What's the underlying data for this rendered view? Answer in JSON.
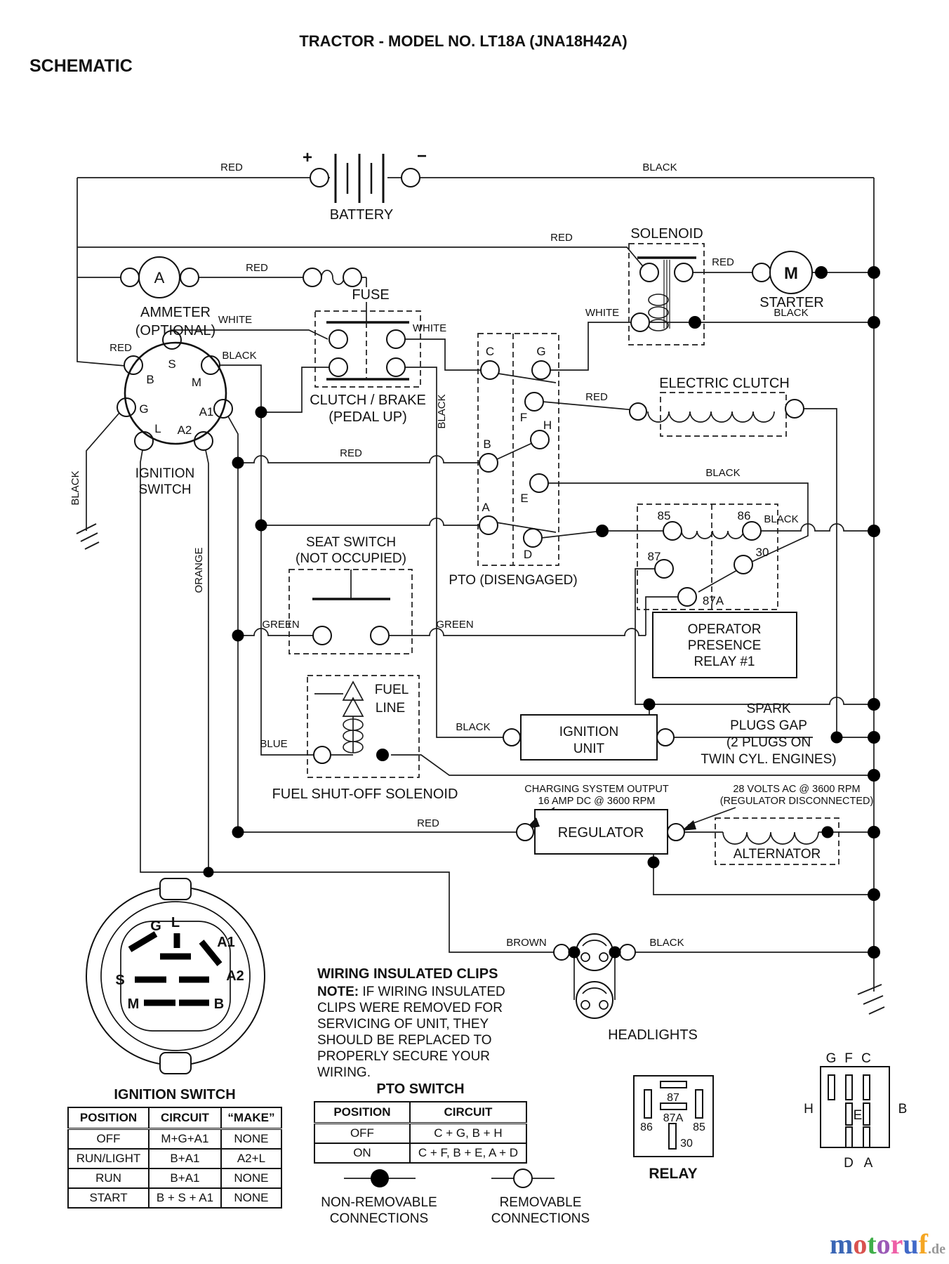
{
  "title": "TRACTOR - MODEL NO. LT18A (JNA18H42A)",
  "subtitle": "SCHEMATIC",
  "battery": {
    "label": "BATTERY",
    "plus": "+",
    "minus": "−"
  },
  "wire": {
    "red": "RED",
    "black": "BLACK",
    "white": "WHITE",
    "green": "GREEN",
    "orange": "ORANGE",
    "blue": "BLUE",
    "brown": "BROWN"
  },
  "components": {
    "ammeter1": "AMMETER",
    "ammeter2": "(OPTIONAL)",
    "ammeter_a": "A",
    "fuse": "FUSE",
    "solenoid": "SOLENOID",
    "starter": "STARTER",
    "starter_m": "M",
    "clutch1": "CLUTCH / BRAKE",
    "clutch2": "(PEDAL UP)",
    "ign1": "IGNITION",
    "ign2": "SWITCH",
    "electric_clutch": "ELECTRIC CLUTCH",
    "pto": "PTO (DISENGAGED)",
    "seat1": "SEAT SWITCH",
    "seat2": "(NOT OCCUPIED)",
    "op1": "OPERATOR",
    "op2": "PRESENCE",
    "op3": "RELAY #1",
    "fuel1": "FUEL",
    "fuel2": "LINE",
    "fuel_solenoid": "FUEL SHUT-OFF SOLENOID",
    "ignunit1": "IGNITION",
    "ignunit2": "UNIT",
    "spark1": "SPARK",
    "spark2": "PLUGS GAP",
    "spark3": "(2 PLUGS ON",
    "spark4": "TWIN CYL. ENGINES)",
    "charging1": "CHARGING SYSTEM OUTPUT",
    "charging2": "16 AMP DC @ 3600 RPM",
    "volts1": "28 VOLTS AC @ 3600 RPM",
    "volts2": "(REGULATOR DISCONNECTED)",
    "regulator": "REGULATOR",
    "alternator": "ALTERNATOR",
    "headlights": "HEADLIGHTS"
  },
  "sw_term": {
    "s": "S",
    "b": "B",
    "m": "M",
    "g": "G",
    "a1": "A1",
    "l": "L",
    "a2": "A2"
  },
  "pto_term": {
    "a": "A",
    "b": "B",
    "c": "C",
    "d": "D",
    "e": "E",
    "f": "F",
    "g": "G",
    "h": "H"
  },
  "relay_term": {
    "r85": "85",
    "r86": "86",
    "r87": "87",
    "r87a": "87A",
    "r30": "30"
  },
  "note": {
    "title": "WIRING INSULATED CLIPS",
    "bold": "NOTE:",
    "lines": [
      " IF WIRING INSULATED",
      "CLIPS WERE REMOVED FOR",
      "SERVICING OF UNIT, THEY",
      "SHOULD BE REPLACED TO",
      "PROPERLY SECURE YOUR WIRING."
    ]
  },
  "tables": {
    "ignition": {
      "title": "IGNITION SWITCH",
      "headers": [
        "POSITION",
        "CIRCUIT",
        "“MAKE”"
      ],
      "rows": [
        [
          "OFF",
          "M+G+A1",
          "NONE"
        ],
        [
          "RUN/LIGHT",
          "B+A1",
          "A2+L"
        ],
        [
          "RUN",
          "B+A1",
          "NONE"
        ],
        [
          "START",
          "B + S + A1",
          "NONE"
        ]
      ]
    },
    "pto": {
      "title": "PTO SWITCH",
      "headers": [
        "POSITION",
        "CIRCUIT"
      ],
      "rows": [
        [
          "OFF",
          "C + G, B + H"
        ],
        [
          "ON",
          "C + F, B + E, A + D"
        ]
      ]
    }
  },
  "legend": {
    "nr1": "NON-REMOVABLE",
    "nr2": "CONNECTIONS",
    "r1": "REMOVABLE",
    "r2": "CONNECTIONS"
  },
  "relay_diagram": {
    "title": "RELAY"
  },
  "conn_title": "IGNITION SWITCH",
  "logo": {
    "letters": [
      {
        "ch": "m",
        "style": "color:#3a66b5"
      },
      {
        "ch": "o",
        "style": "color:#d9534f"
      },
      {
        "ch": "t",
        "style": "color:#3fae49"
      },
      {
        "ch": "o",
        "style": "color:#9b59b6"
      },
      {
        "ch": "r",
        "style": "color:#ee5fa7"
      },
      {
        "ch": "u",
        "style": "color:#4169c8"
      },
      {
        "ch": "f",
        "style": "color:#f5a623"
      }
    ],
    "suffix": ".de",
    "suffix_color": "#999999"
  }
}
